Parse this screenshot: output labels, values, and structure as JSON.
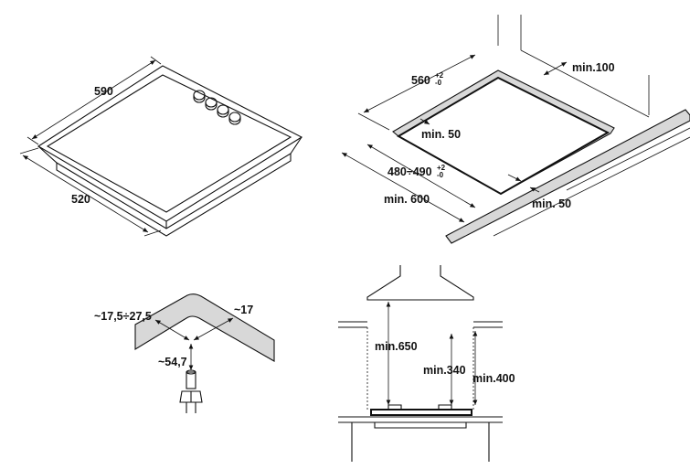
{
  "hob_dimensions": {
    "width": "590",
    "depth": "520"
  },
  "cutout": {
    "width": "560",
    "width_tol_plus": "+2",
    "width_tol_minus": "-0",
    "depth": "480÷490",
    "depth_tol_plus": "+2",
    "depth_tol_minus": "-0",
    "min_back_wall": "min.100",
    "min_front": "min. 50",
    "min_side": "min. 50",
    "min_worktop": "min. 600"
  },
  "clamp": {
    "range": "~17,5÷27,5",
    "thickness": "~17",
    "height": "~54,7"
  },
  "hood": {
    "min_hood": "min.650",
    "min_cabinet_lower": "min.340",
    "min_cabinet": "min.400"
  }
}
